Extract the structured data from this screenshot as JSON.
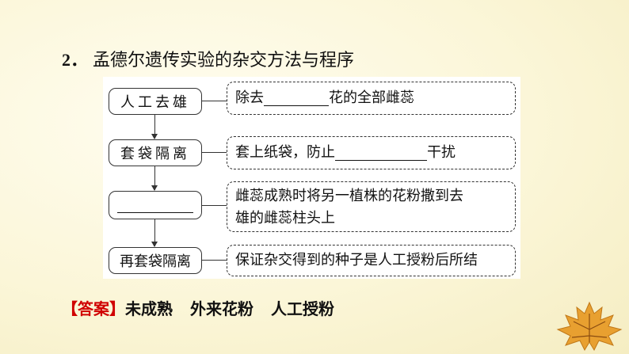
{
  "title": {
    "number": "2．",
    "text": "孟德尔遗传实验的杂交方法与程序"
  },
  "steps": [
    {
      "label": "人工去雄",
      "desc_before": "除去",
      "desc_after": "花的全部雌蕊"
    },
    {
      "label": "套袋隔离",
      "desc_before": "套上纸袋，防止",
      "desc_after": "干扰"
    },
    {
      "label": "",
      "desc_line1": "雌蕊成熟时将另一植株的花粉撒到去",
      "desc_line2": "雄的雌蕊柱头上"
    },
    {
      "label": "再套袋隔离",
      "desc_before": "保证杂交得到的种子是人工授粉后所结"
    }
  ],
  "answer": {
    "tag": "【答案】",
    "items": [
      "未成熟",
      "外来花粉",
      "人工授粉"
    ]
  },
  "colors": {
    "answer_tag": "#d00000",
    "leaf": "#e8a030"
  },
  "decoration": {
    "icon": "maple-leaf-icon"
  }
}
